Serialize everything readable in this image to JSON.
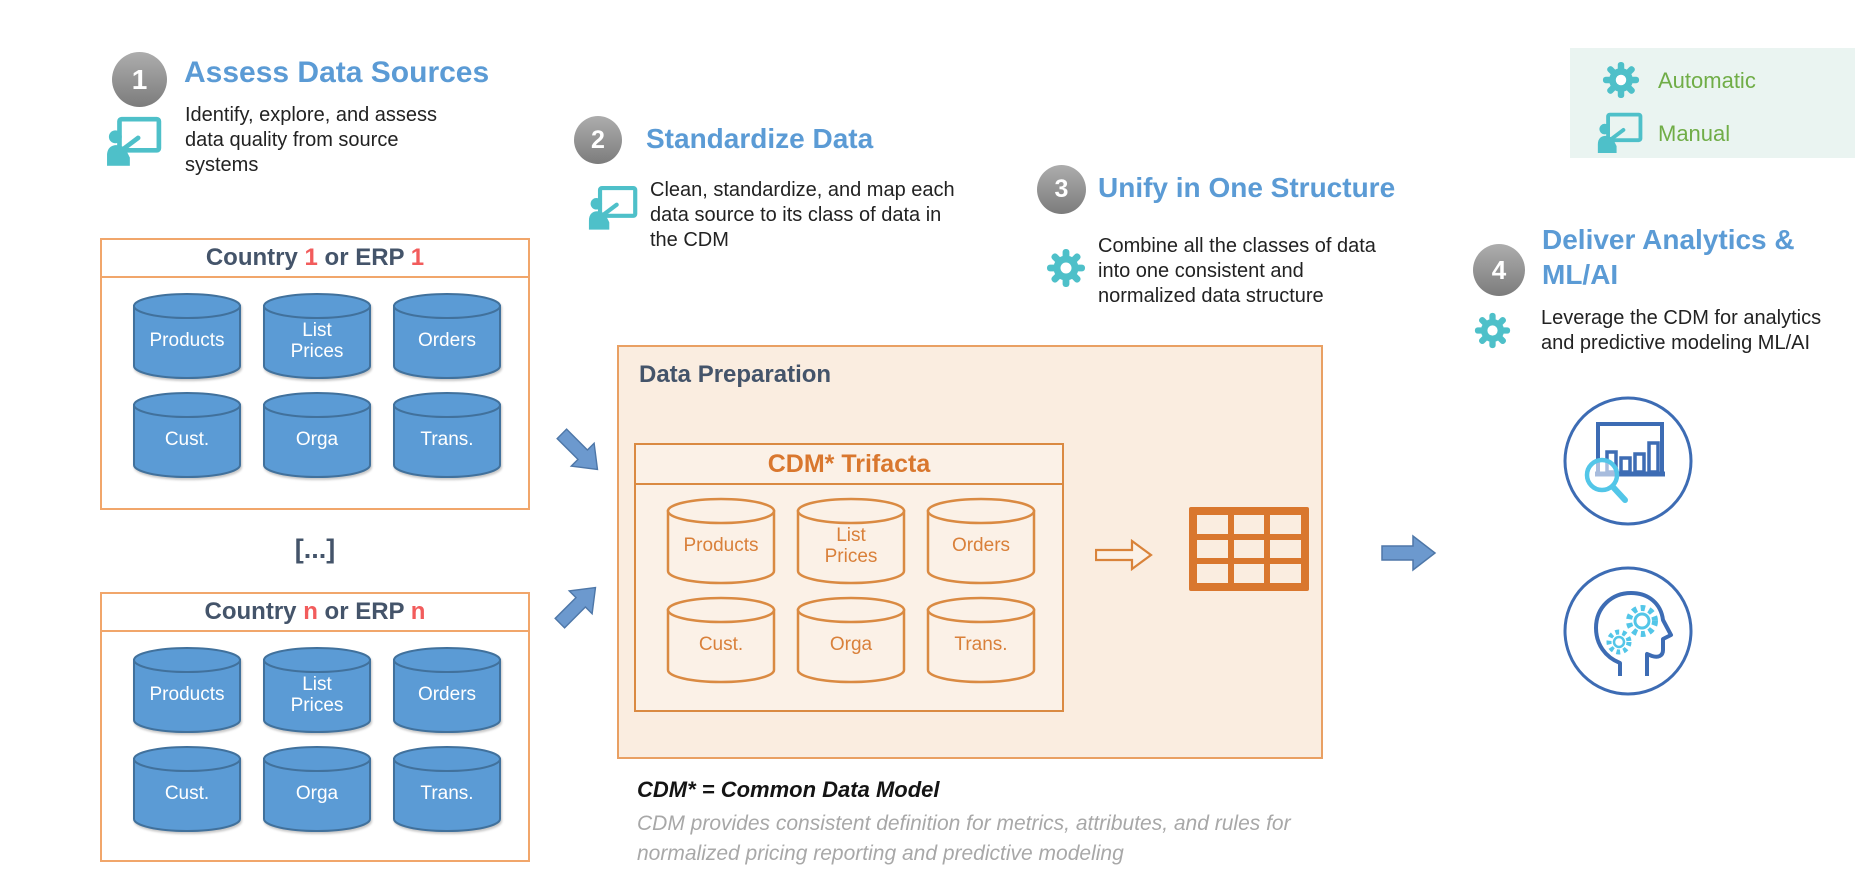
{
  "colors": {
    "accent_blue": "#5B9BD5",
    "dark_navy": "#44546A",
    "teal_icon": "#4EC0C9",
    "legend_green": "#70AD47",
    "legend_bg": "#EAF4F1",
    "orange": "#D9772E",
    "orange_border": "#E9A063",
    "peach_bg": "#FAEDE0",
    "red_variable": "#F25C5C",
    "cylinder_blue": "#5B9BD5",
    "cylinder_blue_border": "#41719C",
    "arrow_blue": "#6C99CE",
    "step_circle_gray": "#8C8C8C",
    "ring_blue": "#3D6CB4",
    "icon_cyan": "#53C6E8",
    "footnote_gray": "#A8A8A8"
  },
  "legend": {
    "items": [
      {
        "icon": "gear-icon",
        "label": "Automatic"
      },
      {
        "icon": "manual-icon",
        "label": "Manual"
      }
    ]
  },
  "steps": [
    {
      "number": "1",
      "title": "Assess Data Sources",
      "mode": "manual",
      "description": "Identify, explore, and assess\ndata quality from source\nsystems"
    },
    {
      "number": "2",
      "title": "Standardize Data",
      "mode": "manual",
      "description": "Clean, standardize, and map each\ndata source to its class of data in\nthe CDM"
    },
    {
      "number": "3",
      "title": "Unify in One Structure",
      "mode": "automatic",
      "description": "Combine all the classes of data\ninto one consistent and\nnormalized data structure"
    },
    {
      "number": "4",
      "title": "Deliver Analytics &\nML/AI",
      "mode": "automatic",
      "description": "Leverage the CDM for analytics\nand predictive modeling ML/AI"
    }
  ],
  "source_boxes": [
    {
      "title_parts": [
        "Country ",
        "1",
        " or ERP ",
        "1"
      ],
      "cylinders": [
        "Products",
        "List Prices",
        "Orders",
        "Cust.",
        "Orga",
        "Trans."
      ]
    },
    {
      "title_parts": [
        "Country ",
        "n",
        " or ERP ",
        "n"
      ],
      "cylinders": [
        "Products",
        "List Prices",
        "Orders",
        "Cust.",
        "Orga",
        "Trans."
      ]
    }
  ],
  "ellipsis": "[...]",
  "data_preparation": {
    "title": "Data Preparation",
    "cdm_box": {
      "title": "CDM* Trifacta",
      "cylinders": [
        "Products",
        "List Prices",
        "Orders",
        "Cust.",
        "Orga",
        "Trans."
      ]
    }
  },
  "footnote": {
    "definition": "CDM* = Common Data Model",
    "note": "CDM provides consistent definition for metrics, attributes, and rules for\nnormalized pricing reporting and predictive modeling"
  }
}
